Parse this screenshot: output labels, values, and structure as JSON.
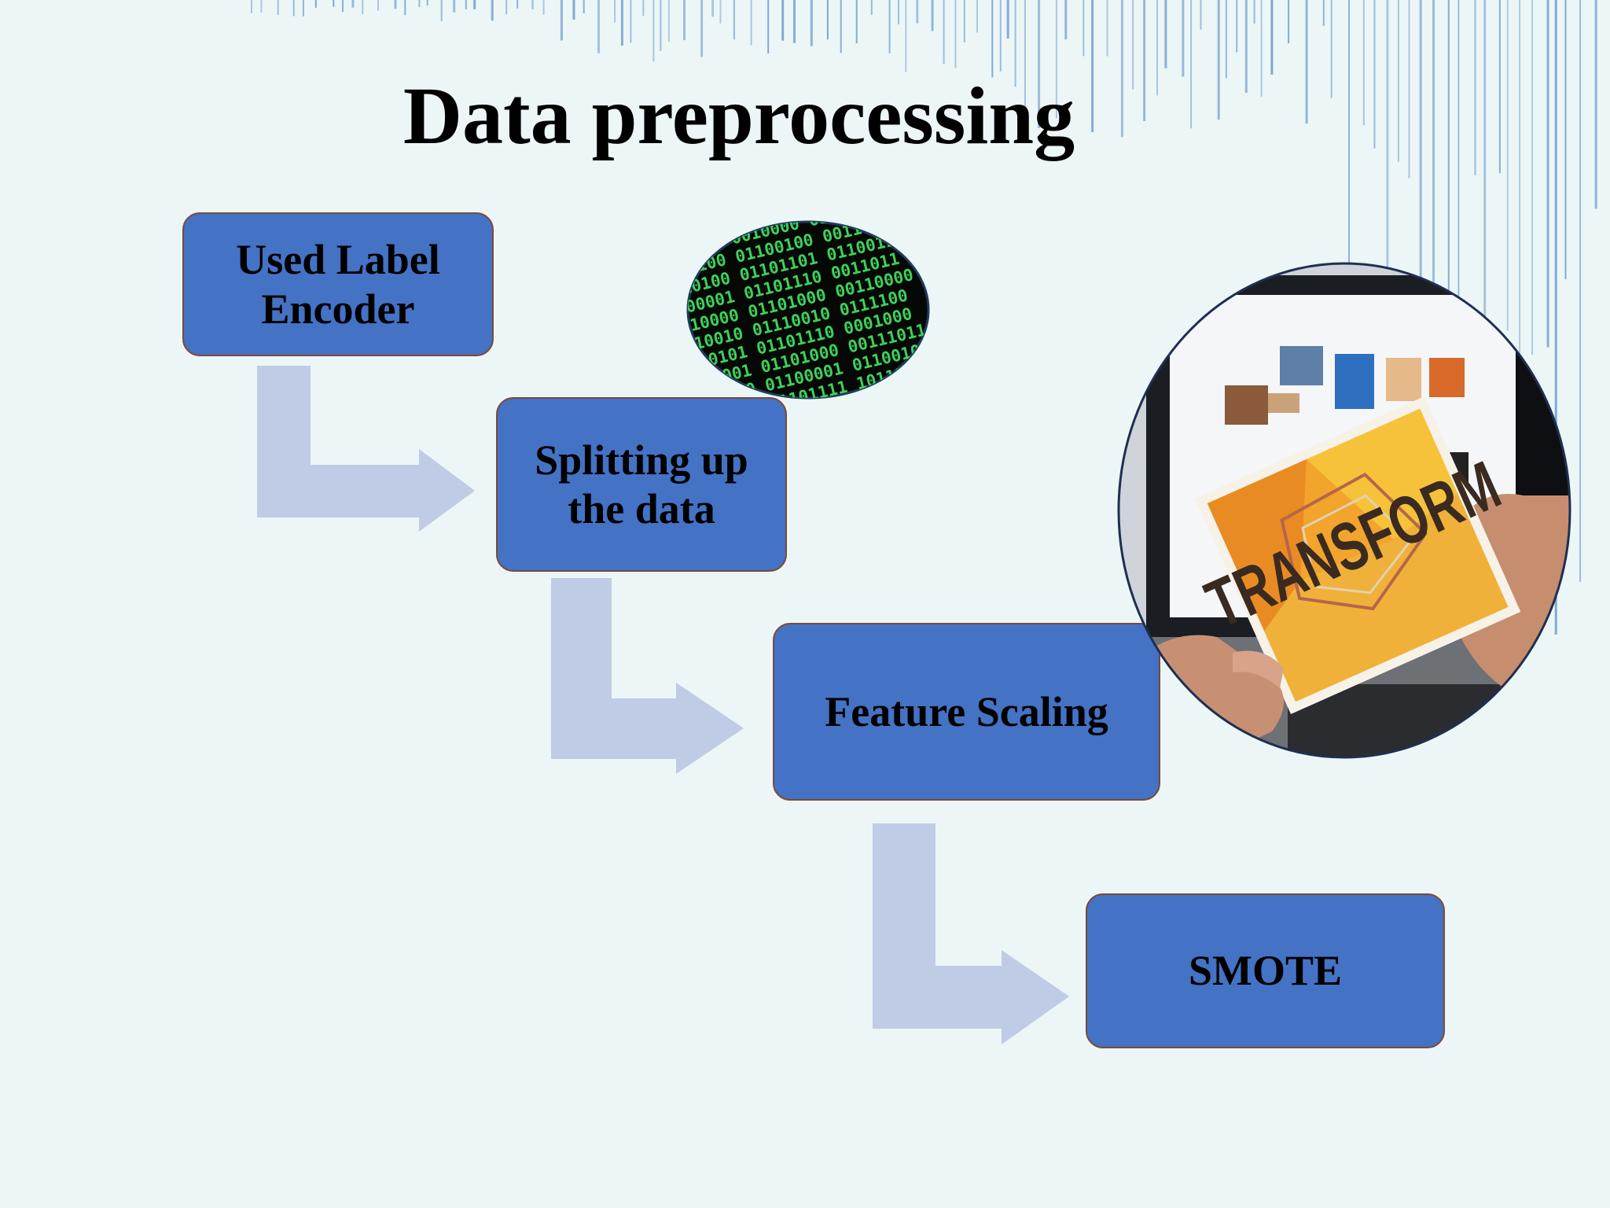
{
  "title": "Data preprocessing",
  "steps": [
    {
      "label": "Used Label Encoder"
    },
    {
      "label": "Splitting up the data"
    },
    {
      "label": "Feature Scaling"
    },
    {
      "label": "SMOTE"
    }
  ],
  "images": {
    "transform_photo_sign": "TRANSFORM"
  },
  "colors": {
    "background": "#ecf6f7",
    "box_fill": "#4472c4",
    "box_border": "#7b4a3a",
    "arrow_fill": "#c0cbe5",
    "accent_lines": "#7ea7d0"
  }
}
